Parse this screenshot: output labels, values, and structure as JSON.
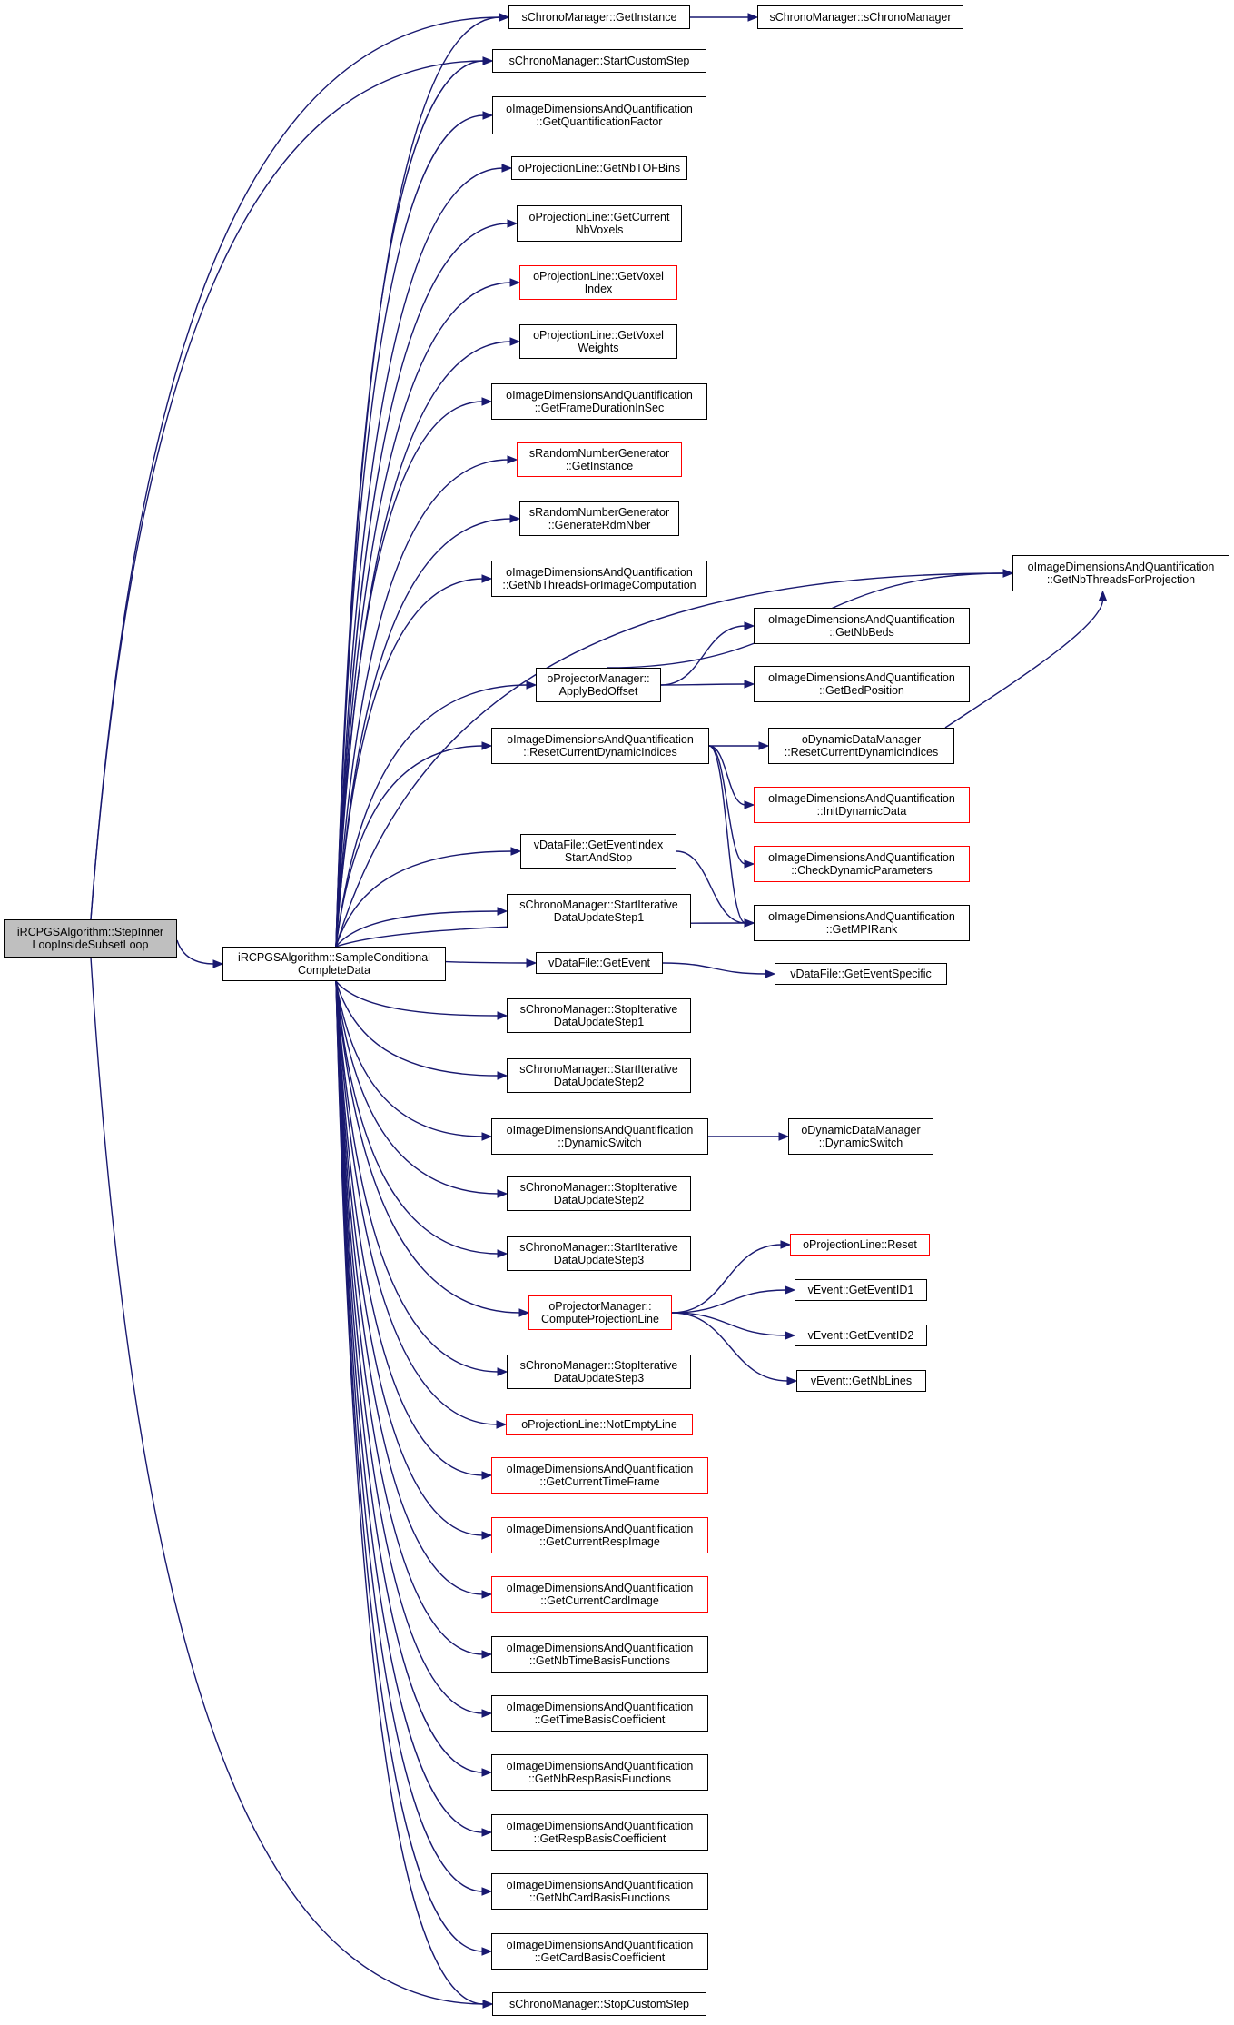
{
  "colors": {
    "edge": "#191970",
    "border": "#000000",
    "border_red": "#ff0000",
    "root_fill": "#bfbfbf",
    "background": "#ffffff"
  },
  "nodes": [
    {
      "id": "root",
      "label": "iRCPGSAlgorithm::StepInner\nLoopInsideSubsetLoop",
      "style": "root"
    },
    {
      "id": "scd",
      "label": "iRCPGSAlgorithm::SampleConditional\nCompleteData",
      "style": "normal"
    },
    {
      "id": "cm_getinstance",
      "label": "sChronoManager::GetInstance",
      "style": "normal"
    },
    {
      "id": "cm_ctor",
      "label": "sChronoManager::sChronoManager",
      "style": "normal"
    },
    {
      "id": "cm_startcustom",
      "label": "sChronoManager::StartCustomStep",
      "style": "normal"
    },
    {
      "id": "idq_quantfactor",
      "label": "oImageDimensionsAndQuantification\n::GetQuantificationFactor",
      "style": "normal"
    },
    {
      "id": "pl_nbtofbins",
      "label": "oProjectionLine::GetNbTOFBins",
      "style": "normal"
    },
    {
      "id": "pl_curnbvox",
      "label": "oProjectionLine::GetCurrent\nNbVoxels",
      "style": "normal"
    },
    {
      "id": "pl_voxindex",
      "label": "oProjectionLine::GetVoxel\nIndex",
      "style": "red"
    },
    {
      "id": "pl_voxweights",
      "label": "oProjectionLine::GetVoxel\nWeights",
      "style": "normal"
    },
    {
      "id": "idq_framedur",
      "label": "oImageDimensionsAndQuantification\n::GetFrameDurationInSec",
      "style": "normal"
    },
    {
      "id": "rng_getinstance",
      "label": "sRandomNumberGenerator\n::GetInstance",
      "style": "red"
    },
    {
      "id": "rng_generate",
      "label": "sRandomNumberGenerator\n::GenerateRdmNber",
      "style": "normal"
    },
    {
      "id": "idq_threadsimg",
      "label": "oImageDimensionsAndQuantification\n::GetNbThreadsForImageComputation",
      "style": "normal"
    },
    {
      "id": "idq_threadsproj",
      "label": "oImageDimensionsAndQuantification\n::GetNbThreadsForProjection",
      "style": "normal"
    },
    {
      "id": "idq_nbbeds",
      "label": "oImageDimensionsAndQuantification\n::GetNbBeds",
      "style": "normal"
    },
    {
      "id": "pm_applybed",
      "label": "oProjectorManager::\nApplyBedOffset",
      "style": "normal"
    },
    {
      "id": "idq_bedpos",
      "label": "oImageDimensionsAndQuantification\n::GetBedPosition",
      "style": "normal"
    },
    {
      "id": "idq_resetdyn",
      "label": "oImageDimensionsAndQuantification\n::ResetCurrentDynamicIndices",
      "style": "normal"
    },
    {
      "id": "ddm_resetdyn",
      "label": "oDynamicDataManager\n::ResetCurrentDynamicIndices",
      "style": "normal"
    },
    {
      "id": "idq_initdyn",
      "label": "oImageDimensionsAndQuantification\n::InitDynamicData",
      "style": "red"
    },
    {
      "id": "idq_checkdyn",
      "label": "oImageDimensionsAndQuantification\n::CheckDynamicParameters",
      "style": "red"
    },
    {
      "id": "df_geteventindex",
      "label": "vDataFile::GetEventIndex\nStartAndStop",
      "style": "normal"
    },
    {
      "id": "idq_mpirank",
      "label": "oImageDimensionsAndQuantification\n::GetMPIRank",
      "style": "normal"
    },
    {
      "id": "cm_startiter1",
      "label": "sChronoManager::StartIterative\nDataUpdateStep1",
      "style": "normal"
    },
    {
      "id": "df_getevent",
      "label": "vDataFile::GetEvent",
      "style": "normal"
    },
    {
      "id": "df_geteventspec",
      "label": "vDataFile::GetEventSpecific",
      "style": "normal"
    },
    {
      "id": "cm_stopiter1",
      "label": "sChronoManager::StopIterative\nDataUpdateStep1",
      "style": "normal"
    },
    {
      "id": "cm_startiter2",
      "label": "sChronoManager::StartIterative\nDataUpdateStep2",
      "style": "normal"
    },
    {
      "id": "idq_dynswitch",
      "label": "oImageDimensionsAndQuantification\n::DynamicSwitch",
      "style": "normal"
    },
    {
      "id": "ddm_dynswitch",
      "label": "oDynamicDataManager\n::DynamicSwitch",
      "style": "normal"
    },
    {
      "id": "cm_stopiter2",
      "label": "sChronoManager::StopIterative\nDataUpdateStep2",
      "style": "normal"
    },
    {
      "id": "cm_startiter3",
      "label": "sChronoManager::StartIterative\nDataUpdateStep3",
      "style": "normal"
    },
    {
      "id": "pl_reset",
      "label": "oProjectionLine::Reset",
      "style": "red"
    },
    {
      "id": "pm_computeline",
      "label": "oProjectorManager::\nComputeProjectionLine",
      "style": "red"
    },
    {
      "id": "ev_id1",
      "label": "vEvent::GetEventID1",
      "style": "normal"
    },
    {
      "id": "ev_id2",
      "label": "vEvent::GetEventID2",
      "style": "normal"
    },
    {
      "id": "ev_nblines",
      "label": "vEvent::GetNbLines",
      "style": "normal"
    },
    {
      "id": "cm_stopiter3",
      "label": "sChronoManager::StopIterative\nDataUpdateStep3",
      "style": "normal"
    },
    {
      "id": "pl_notempty",
      "label": "oProjectionLine::NotEmptyLine",
      "style": "red"
    },
    {
      "id": "idq_curtimeframe",
      "label": "oImageDimensionsAndQuantification\n::GetCurrentTimeFrame",
      "style": "red"
    },
    {
      "id": "idq_curresp",
      "label": "oImageDimensionsAndQuantification\n::GetCurrentRespImage",
      "style": "red"
    },
    {
      "id": "idq_curcard",
      "label": "oImageDimensionsAndQuantification\n::GetCurrentCardImage",
      "style": "red"
    },
    {
      "id": "idq_nbtimebasis",
      "label": "oImageDimensionsAndQuantification\n::GetNbTimeBasisFunctions",
      "style": "normal"
    },
    {
      "id": "idq_timecoef",
      "label": "oImageDimensionsAndQuantification\n::GetTimeBasisCoefficient",
      "style": "normal"
    },
    {
      "id": "idq_nbrespbasis",
      "label": "oImageDimensionsAndQuantification\n::GetNbRespBasisFunctions",
      "style": "normal"
    },
    {
      "id": "idq_respcoef",
      "label": "oImageDimensionsAndQuantification\n::GetRespBasisCoefficient",
      "style": "normal"
    },
    {
      "id": "idq_nbcardbasis",
      "label": "oImageDimensionsAndQuantification\n::GetNbCardBasisFunctions",
      "style": "normal"
    },
    {
      "id": "idq_cardcoef",
      "label": "oImageDimensionsAndQuantification\n::GetCardBasisCoefficient",
      "style": "normal"
    },
    {
      "id": "cm_stopcustom",
      "label": "sChronoManager::StopCustomStep",
      "style": "normal"
    }
  ],
  "edges": [
    [
      "root",
      "scd"
    ],
    [
      "root",
      "cm_getinstance"
    ],
    [
      "root",
      "cm_startcustom"
    ],
    [
      "root",
      "cm_stopcustom"
    ],
    [
      "cm_getinstance",
      "cm_ctor"
    ],
    [
      "scd",
      "cm_getinstance"
    ],
    [
      "scd",
      "cm_startcustom"
    ],
    [
      "scd",
      "idq_quantfactor"
    ],
    [
      "scd",
      "pl_nbtofbins"
    ],
    [
      "scd",
      "pl_curnbvox"
    ],
    [
      "scd",
      "pl_voxindex"
    ],
    [
      "scd",
      "pl_voxweights"
    ],
    [
      "scd",
      "idq_framedur"
    ],
    [
      "scd",
      "rng_getinstance"
    ],
    [
      "scd",
      "rng_generate"
    ],
    [
      "scd",
      "idq_threadsimg"
    ],
    [
      "scd",
      "idq_threadsproj"
    ],
    [
      "scd",
      "pm_applybed"
    ],
    [
      "scd",
      "idq_resetdyn"
    ],
    [
      "scd",
      "idq_mpirank"
    ],
    [
      "scd",
      "df_geteventindex"
    ],
    [
      "scd",
      "cm_startiter1"
    ],
    [
      "scd",
      "df_getevent"
    ],
    [
      "scd",
      "cm_stopiter1"
    ],
    [
      "scd",
      "cm_startiter2"
    ],
    [
      "scd",
      "idq_dynswitch"
    ],
    [
      "scd",
      "cm_stopiter2"
    ],
    [
      "scd",
      "cm_startiter3"
    ],
    [
      "scd",
      "pm_computeline"
    ],
    [
      "scd",
      "cm_stopiter3"
    ],
    [
      "scd",
      "pl_notempty"
    ],
    [
      "scd",
      "idq_curtimeframe"
    ],
    [
      "scd",
      "idq_curresp"
    ],
    [
      "scd",
      "idq_curcard"
    ],
    [
      "scd",
      "idq_nbtimebasis"
    ],
    [
      "scd",
      "idq_timecoef"
    ],
    [
      "scd",
      "idq_nbrespbasis"
    ],
    [
      "scd",
      "idq_respcoef"
    ],
    [
      "scd",
      "idq_nbcardbasis"
    ],
    [
      "scd",
      "idq_cardcoef"
    ],
    [
      "scd",
      "cm_stopcustom"
    ],
    [
      "pm_applybed",
      "idq_threadsproj"
    ],
    [
      "pm_applybed",
      "idq_nbbeds"
    ],
    [
      "pm_applybed",
      "idq_bedpos"
    ],
    [
      "idq_resetdyn",
      "ddm_resetdyn"
    ],
    [
      "idq_resetdyn",
      "idq_initdyn"
    ],
    [
      "idq_resetdyn",
      "idq_checkdyn"
    ],
    [
      "idq_resetdyn",
      "idq_mpirank"
    ],
    [
      "ddm_resetdyn",
      "idq_threadsproj"
    ],
    [
      "df_geteventindex",
      "idq_mpirank"
    ],
    [
      "df_getevent",
      "df_geteventspec"
    ],
    [
      "idq_dynswitch",
      "ddm_dynswitch"
    ],
    [
      "pm_computeline",
      "pl_reset"
    ],
    [
      "pm_computeline",
      "ev_id1"
    ],
    [
      "pm_computeline",
      "ev_id2"
    ],
    [
      "pm_computeline",
      "ev_nblines"
    ]
  ]
}
